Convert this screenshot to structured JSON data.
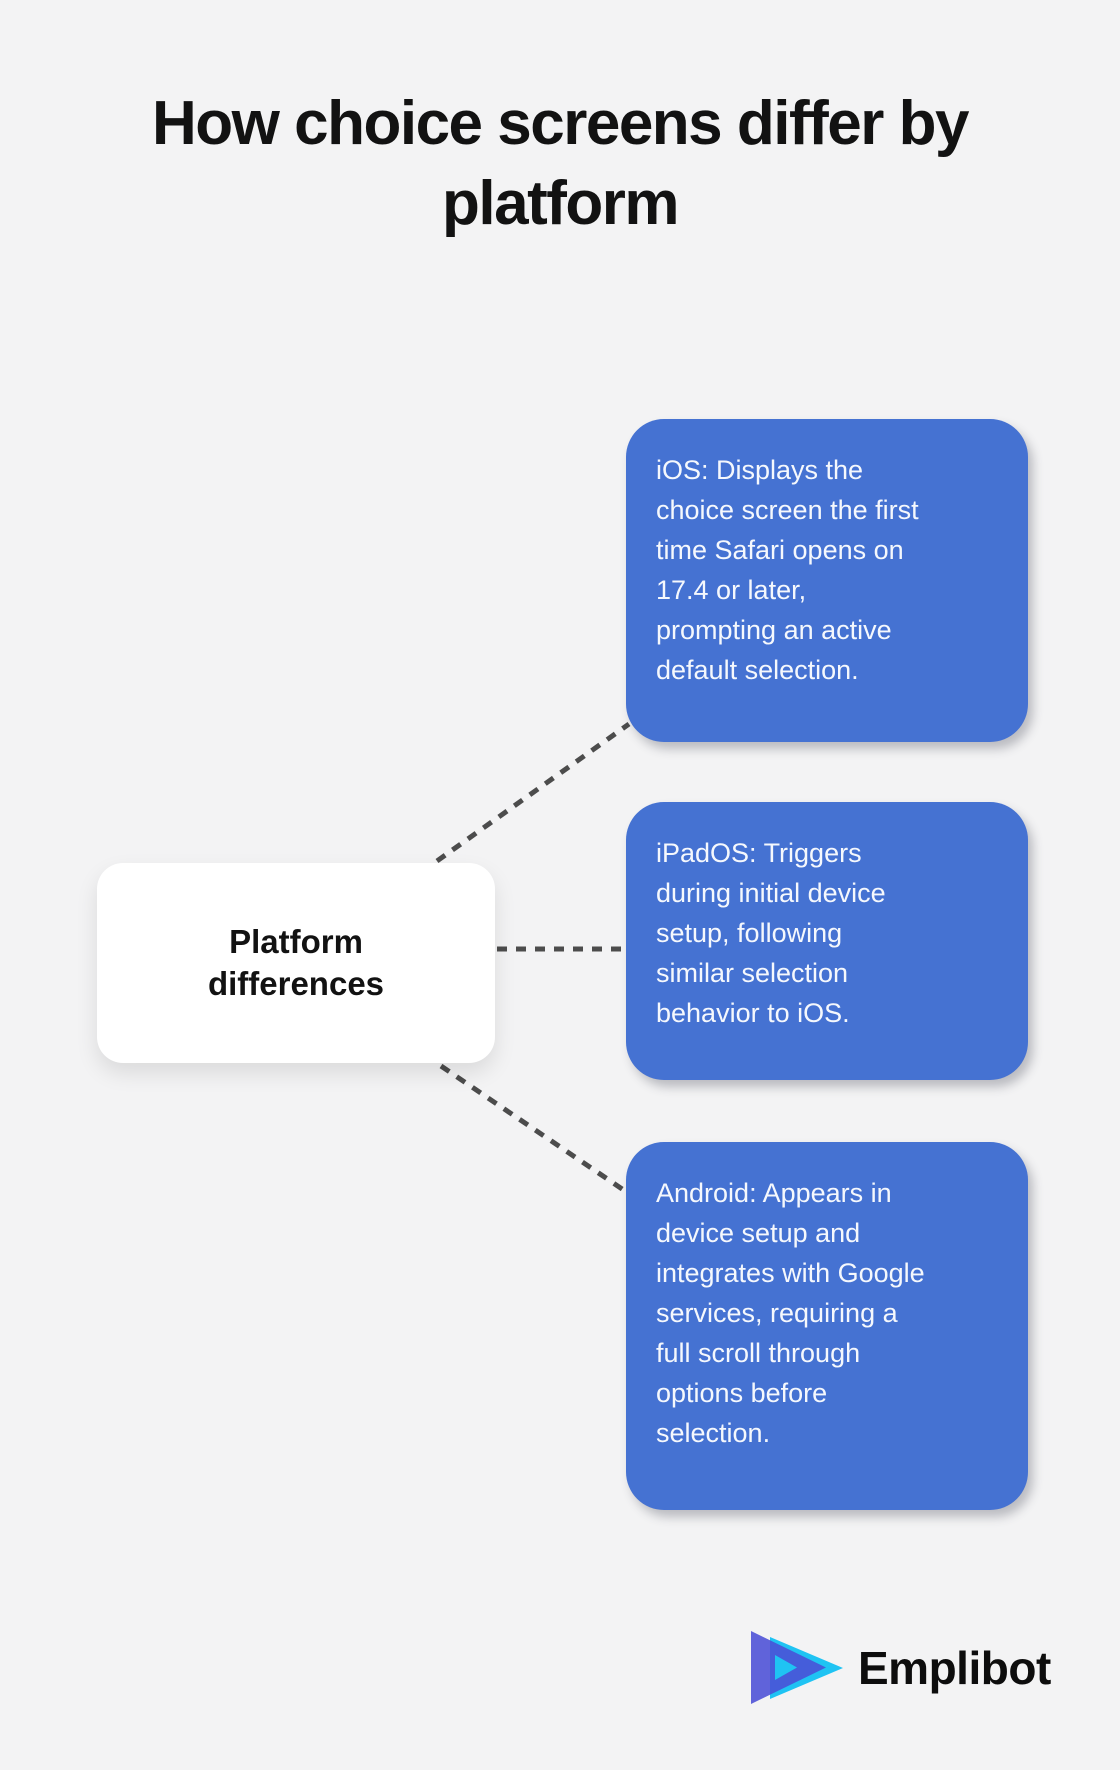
{
  "title": {
    "text": "How choice screens differ by\nplatform"
  },
  "center_node": {
    "label": "Platform\ndifferences"
  },
  "branches": [
    {
      "platform": "iOS",
      "text": "iOS: Displays the\nchoice screen the first\ntime Safari opens on\n17.4 or later,\nprompting an active\ndefault selection."
    },
    {
      "platform": "iPadOS",
      "text": "iPadOS: Triggers\nduring initial device\nsetup, following\nsimilar selection\nbehavior to iOS."
    },
    {
      "platform": "Android",
      "text": "Android: Appears in\ndevice setup and\nintegrates with Google\nservices, requiring a\nfull scroll through\noptions before\nselection."
    }
  ],
  "footer": {
    "brand": "Emplibot"
  },
  "icons": {
    "logo": "emplibot-double-play-triangles-icon"
  },
  "colors": {
    "bg": "#f3f3f4",
    "ink": "#121212",
    "node_blue": "#4572d2",
    "node_text": "#f5f8fd",
    "dash": "#4c4c4c",
    "logo_indigo": "#4b4ed6",
    "logo_cyan": "#1fc3f3"
  }
}
